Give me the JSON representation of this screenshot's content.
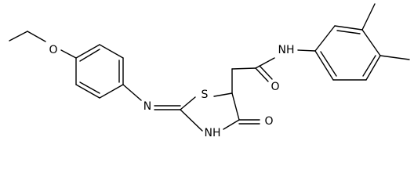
{
  "atoms": {
    "O_ethoxy": "O",
    "N_imine": "N",
    "S_ring": "S",
    "NH_ring": "NH",
    "O_ring": "O",
    "O_amide": "O",
    "NH_amide": "NH"
  }
}
